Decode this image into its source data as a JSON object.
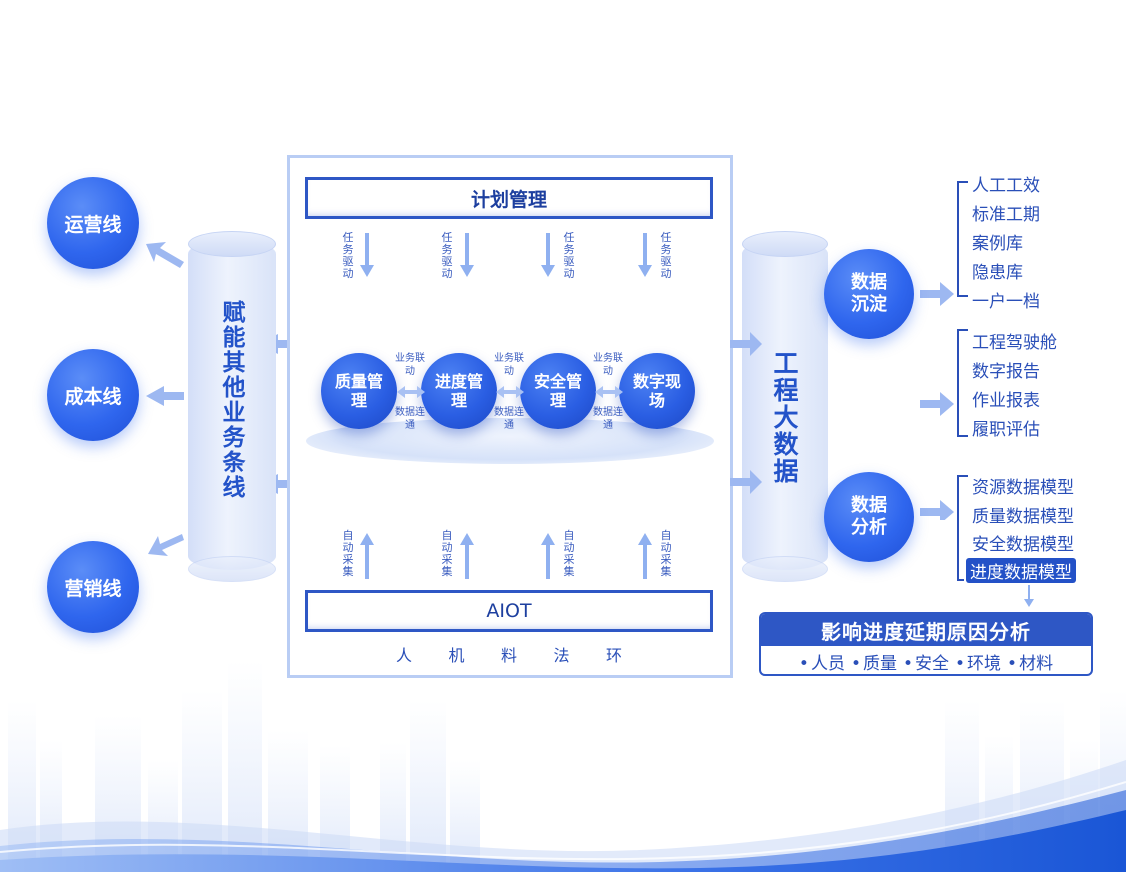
{
  "business_lines": [
    "运营线",
    "成本线",
    "营销线"
  ],
  "empower_cylinder_label": "赋能其他业务条线",
  "plan_bar_label": "计划管理",
  "task_drive_label": "任务驱动",
  "modules": [
    "质量管理",
    "进度管理",
    "安全管理",
    "数字现场"
  ],
  "link_labels": {
    "top": "业务联动",
    "bottom": "数据连通"
  },
  "auto_collect_label": "自动采集",
  "aiot_bar_label": "AIOT",
  "elements": [
    "人",
    "机",
    "料",
    "法",
    "环"
  ],
  "bigdata_cylinder_label": "工程大数据",
  "data_precipitation": {
    "label": "数据沉淀",
    "items": [
      "人工工效",
      "标准工期",
      "案例库",
      "隐患库",
      "一户一档"
    ]
  },
  "middle_group": {
    "items": [
      "工程驾驶舱",
      "数字报告",
      "作业报表",
      "履职评估"
    ]
  },
  "data_analysis": {
    "label": "数据分析",
    "items": [
      "资源数据模型",
      "质量数据模型",
      "安全数据模型",
      "进度数据模型"
    ]
  },
  "delay_analysis": {
    "title": "影响进度延期原因分析",
    "factors": [
      "人员",
      "质量",
      "安全",
      "环境",
      "材料"
    ]
  },
  "colors": {
    "primary": "#2f66ee",
    "dark": "#1d3f9f",
    "panel_border": "#b9cdf4"
  }
}
